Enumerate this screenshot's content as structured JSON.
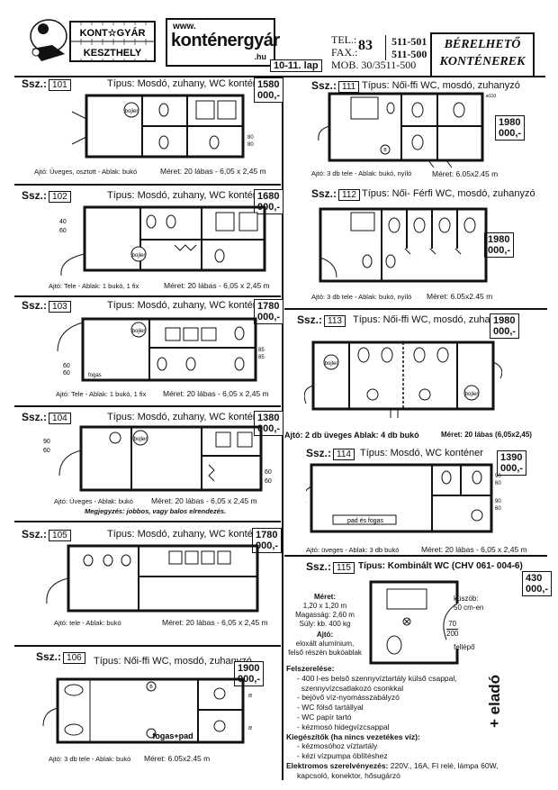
{
  "header": {
    "logo_text_1": "KONT☆GYÁR",
    "logo_text_2": "KESZTHELY",
    "brand_www": "www.",
    "brand_name": "konténergyár",
    "brand_tld": ".hu",
    "page_label": "10-11. lap",
    "tel_label": "TEL.:",
    "fax_label": "FAX.:",
    "mob_label": "MOB. 30/3511-500",
    "area_code": "83",
    "tel_number": "511-501",
    "fax_number": "511-500",
    "rental_line1": "BÉRELHETŐ",
    "rental_line2": "KONTÉNEREK"
  },
  "ssz_label": "Ssz.:",
  "listings": [
    {
      "id": "101",
      "type": "Típus: Mosdó, zuhany, WC konténer",
      "price": "1580\n000,-",
      "specs": "Ajtó: Üveges, osztott - Ablak: bukó",
      "size": "Méret: 20 lábas - 6,05 x 2,45 m"
    },
    {
      "id": "102",
      "type": "Típus: Mosdó, zuhany, WC konténer",
      "price": "1680\n000,-",
      "specs": "Ajtó: Tele - Ablak: 1 bukó, 1 fix",
      "size": "Méret: 20 lábas - 6,05 x 2,45 m"
    },
    {
      "id": "103",
      "type": "Típus: Mosdó, zuhany, WC konténer",
      "price": "1780\n000,-",
      "specs": "Ajtó: Tele - Ablak: 1 bukó, 1 fix",
      "size": "Méret: 20 lábas - 6,05 x 2,45 m"
    },
    {
      "id": "104",
      "type": "Típus: Mosdó, zuhany, WC konténer",
      "price": "1380\n000,-",
      "specs": "Ajtó: Üveges - Ablak: bukó",
      "size": "Méret: 20 lábas - 6,05 x 2,45 m",
      "note": "Megjegyzés: jobbos, vagy balos elrendezés."
    },
    {
      "id": "105",
      "type": "Típus: Mosdó, zuhany, WC konténer",
      "price": "1780\n000,-",
      "specs": "Ajtó: tele - Ablak: bukó",
      "size": "Méret: 20 lábas - 6,05 x 2,45 m"
    },
    {
      "id": "106",
      "type": "Típus: Női-ffi WC, mosdó, zuhanyzó",
      "price": "1900\n000,-",
      "specs": "Ajtó: 3 db tele - Ablak: bukó",
      "size": "Méret: 6.05x2.45 m",
      "plan_text": "fogas+pad"
    },
    {
      "id": "111",
      "type": "Típus: Női-ffi WC, mosdó, zuhanyzó",
      "price": "1980\n000,-",
      "specs": "Ajtó: 3 db tele - Ablak: bukó, nyíló",
      "size": "Méret: 6.05x2.45 m"
    },
    {
      "id": "112",
      "type": "Típus: Női- Férfi WC, mosdó, zuhanyzó",
      "price": "1980\n000,-",
      "specs": "Ajtó: 3 db tele - Ablak: bukó, nyíló",
      "size": "Méret: 6.05x2.45 m"
    },
    {
      "id": "113",
      "type": "Típus: Női-ffi WC, mosdó, zuhanyzó",
      "price": "1980\n000,-",
      "specs": "Ajtó: 2 db üveges  Ablak: 4 db bukó",
      "size": "Méret: 20 lábas (6,05x2,45)"
    },
    {
      "id": "114",
      "type": "Típus: Mosdó, WC konténer",
      "price": "1390\n000,-",
      "specs": "Ajtó: üveges - Ablak: 3 db bukó",
      "size": "Méret: 20 lábas - 6,05 x 2,45 m",
      "plan_text": "pad és fogas"
    },
    {
      "id": "115",
      "type": "Típus: Kombinált WC (CHV 061- 004-6)",
      "price": "430\n000,-"
    }
  ],
  "l115": {
    "meret_label": "Méret:",
    "meret": "1,20 x 1,20 m",
    "magassag": "Magasság: 2,60 m",
    "suly": "Súly: kb. 400 kg",
    "ajto_label": "Ajtó:",
    "ajto_1": "eloxált alumínium,",
    "ajto_2": "felső részén bukóablak",
    "kuszob_1": "küszöb:",
    "kuszob_2": "50 cm-en",
    "fellepo": "fellépő",
    "dim_70": "70",
    "dim_200": "200"
  },
  "extras": {
    "felszereles_label": "Felszerelése:",
    "items": [
      "- 400 l-es belső szennyvíztartály külső csappal,",
      "  szennyvízcsatlakozó csonkkal",
      "- bejövő víz-nyomásszabályzó",
      "- WC fölső tartállyal",
      "- WC papír tartó",
      "- kézmosó hidegvízcsappal"
    ],
    "kiegeszitok_label": "Kiegészítők (ha nincs vezetékes víz):",
    "kieg_items": [
      "- kézmosóhoz víztartály",
      "- kézi vízpumpa öblítéshez"
    ],
    "elektromos_label": "Elektromos szerelvényezés:",
    "elektromos_text": "220V., 16A, FI relé, lámpa 60W,",
    "elektromos_text2": "kapcsoló, konektor, hősugárzó"
  },
  "eladó": "+ eladó",
  "plan_labels": {
    "bojler": "bojler",
    "fogas": "fogas",
    "dim_80": "80",
    "dim_40": "40",
    "dim_60": "60",
    "dim_85": "85",
    "dim_90": "90",
    "dim_110": "ø110",
    "b": "B"
  }
}
